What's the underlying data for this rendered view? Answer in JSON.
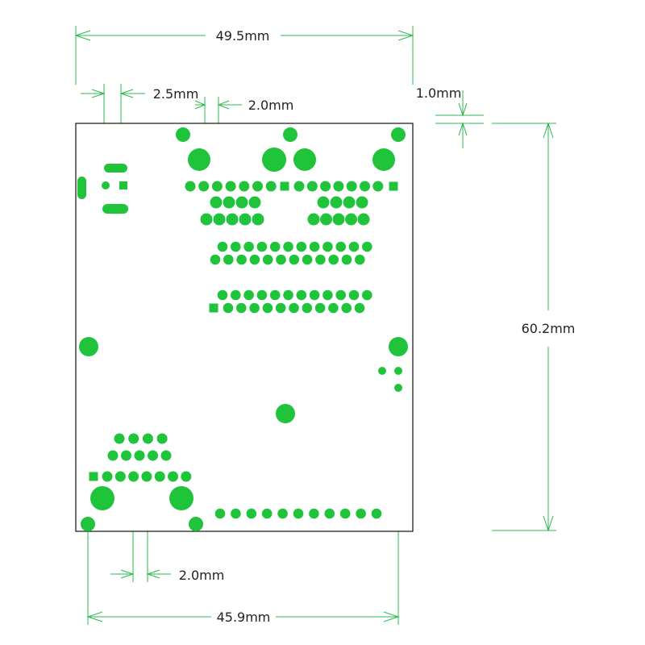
{
  "dimensions": {
    "board_width": "49.5mm",
    "board_height": "60.2mm",
    "bottom_hole_span": "45.9mm",
    "jack_pin_pitch": "2.5mm",
    "header_pitch_top": "2.0mm",
    "header_pitch_bottom": "2.0mm",
    "edge_offset": "1.0mm"
  },
  "colors": {
    "pad": "#1fc43a",
    "dimension_line": "#2db84d",
    "outline": "#111111",
    "text": "#222222"
  }
}
